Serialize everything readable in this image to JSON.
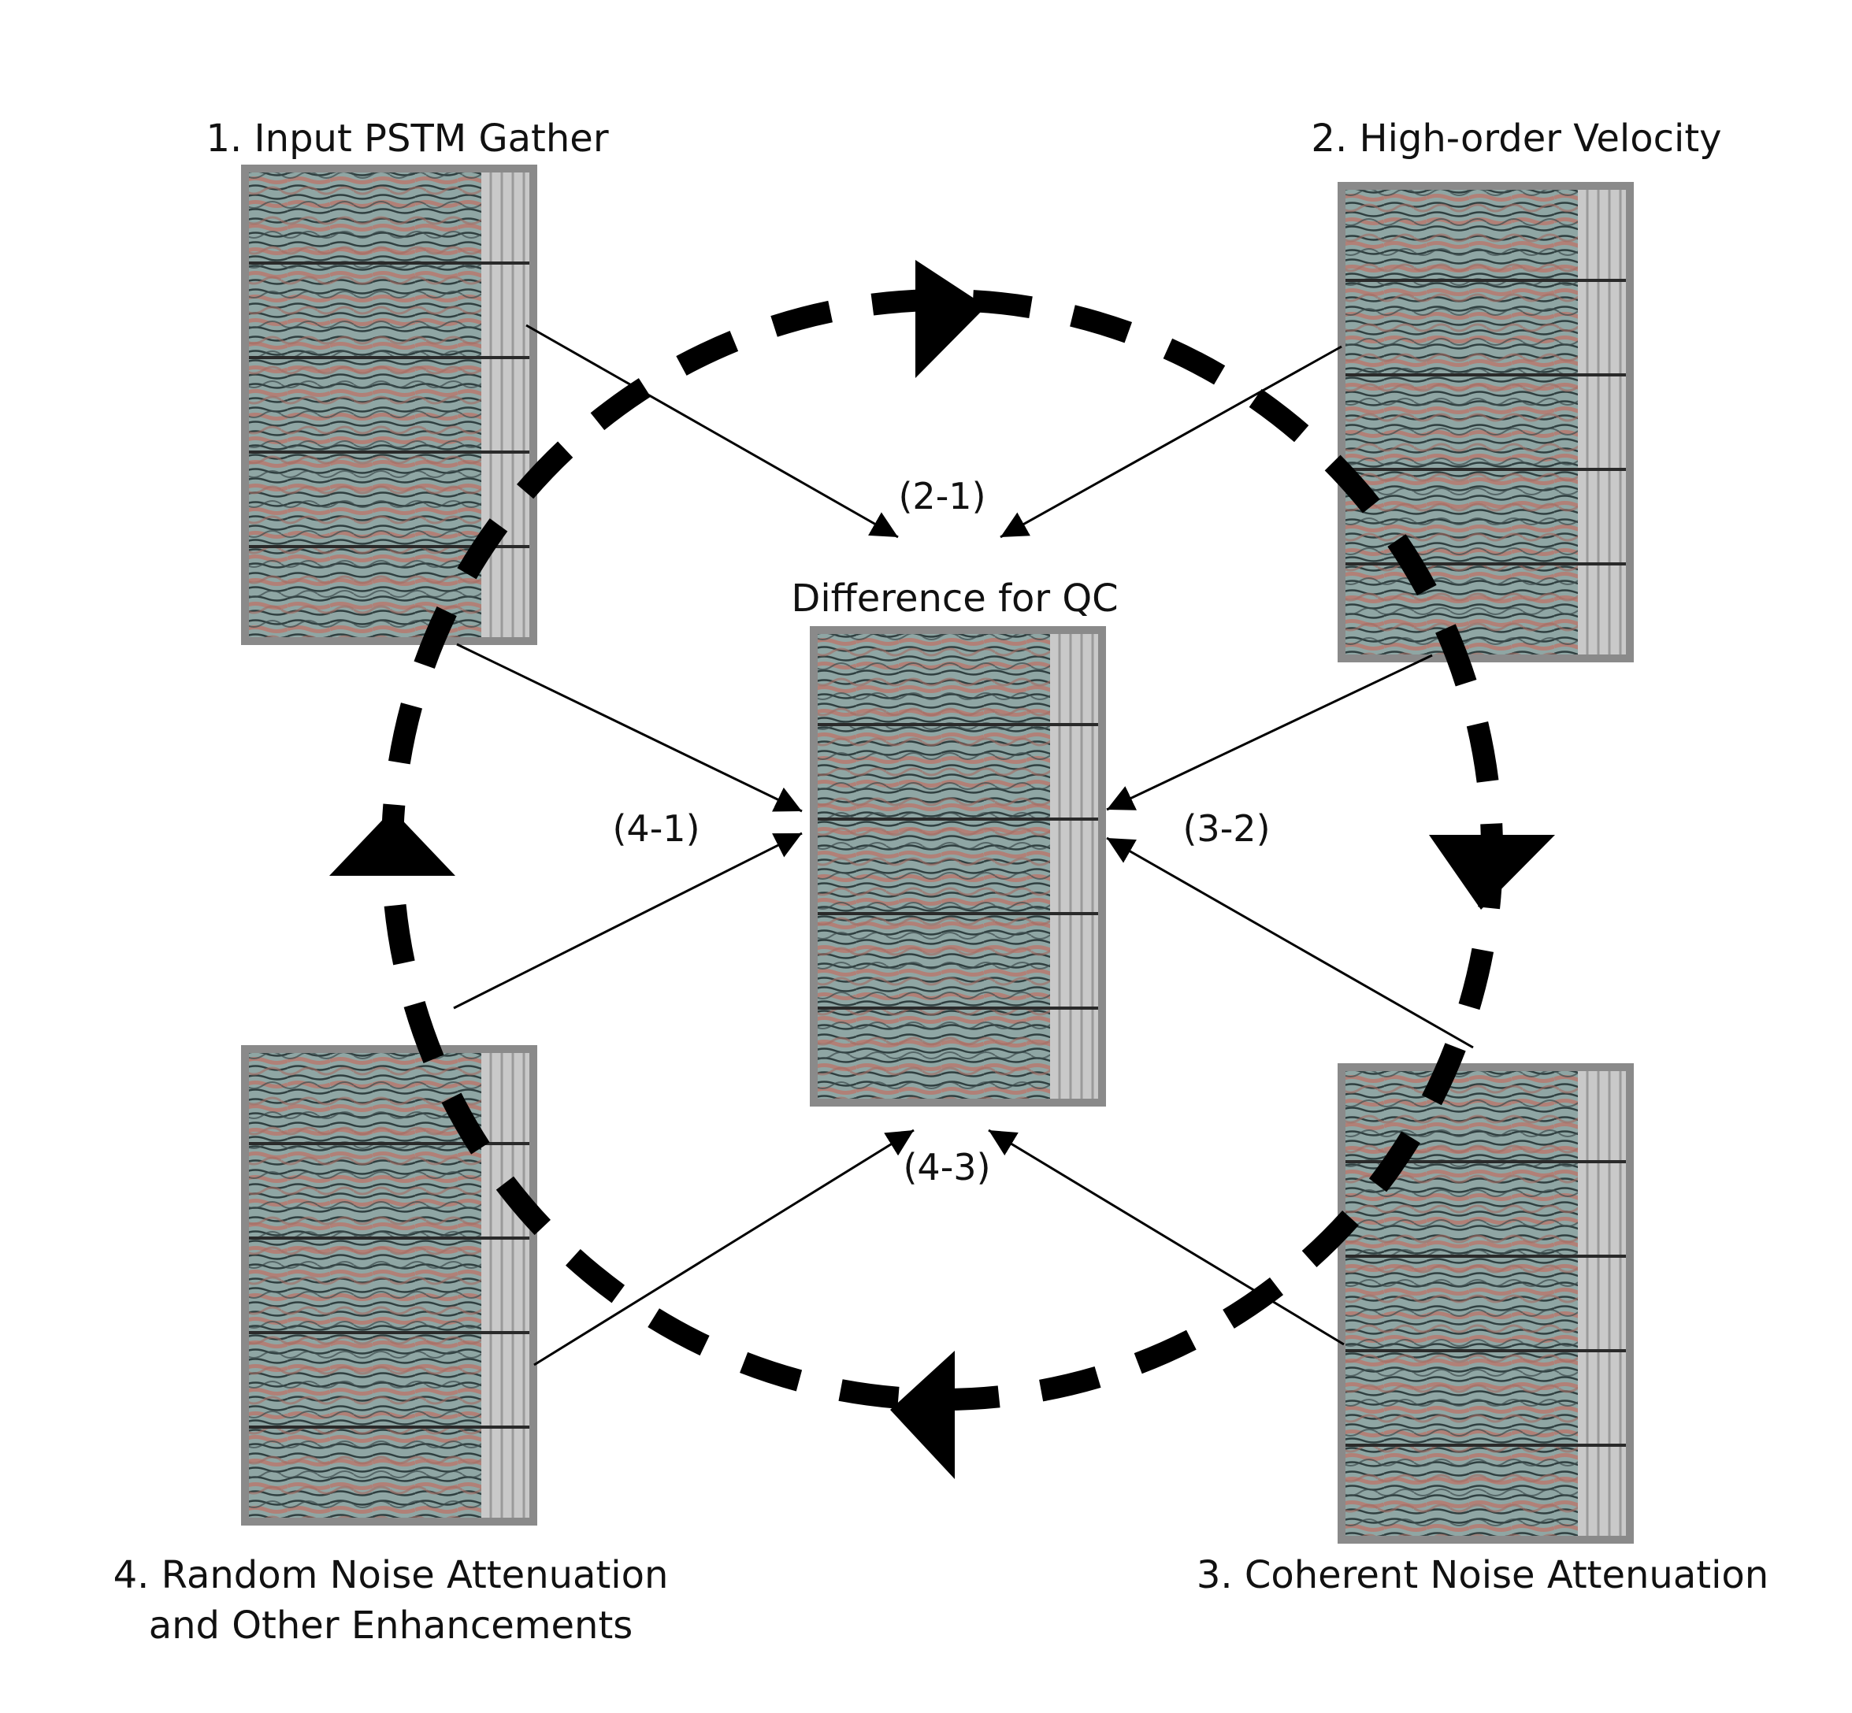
{
  "panels": {
    "input": {
      "label": "1. Input PSTM Gather"
    },
    "velocity": {
      "label": "2. High-order Velocity"
    },
    "coherent": {
      "label": "3. Coherent Noise Attenuation"
    },
    "random": {
      "label_line1": "4. Random Noise Attenuation",
      "label_line2": "and Other Enhancements"
    },
    "difference": {
      "label": "Difference for QC"
    }
  },
  "differences": {
    "d21": "(2-1)",
    "d32": "(3-2)",
    "d41": "(4-1)",
    "d43": "(4-3)"
  },
  "colors": {
    "seismic_base": "#8fa6a4",
    "seismic_red": "#b9776c",
    "seismic_dark": "#2f3f40",
    "frame": "#8a8a8a",
    "cycle_stroke": "#000000"
  }
}
